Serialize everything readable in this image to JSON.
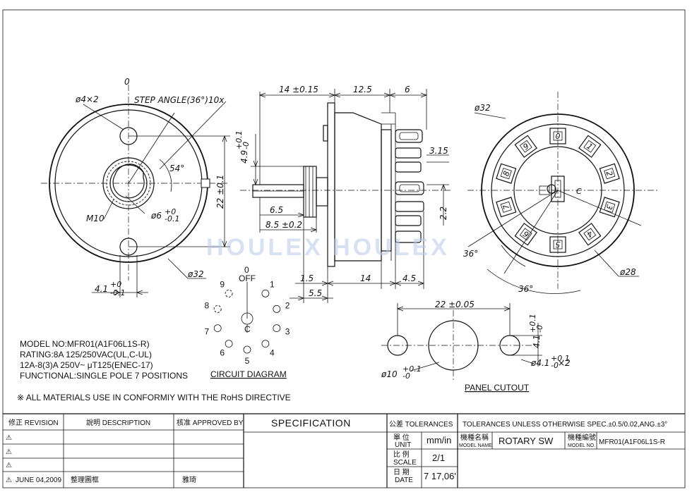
{
  "front_view": {
    "zero_mark": "0",
    "holes_dim": "ø4×2",
    "step_angle": "STEP ANGLE(36°)10x",
    "angle": "54°",
    "thread": "M10",
    "shaft_dia": "ø6",
    "shaft_tol_upper": "+0",
    "shaft_tol_lower": "-0.1",
    "body_dia": "ø32",
    "height_dim": "22 ±0.1",
    "flat_dim": "4.1",
    "flat_tol_upper": "+0",
    "flat_tol_lower": "-0.1"
  },
  "side_view": {
    "dim_14": "14 ±0.15",
    "dim_12_5": "12.5",
    "dim_6": "6",
    "dim_4_9": "4.9",
    "dim_4_9_tol_upper": "+0.1",
    "dim_4_9_tol_lower": "-0",
    "dim_3_15": "3.15",
    "dim_6_5": "6.5",
    "dim_8_5": "8.5 ±0.2",
    "dim_2_2": "2.2",
    "dim_1_5": "1.5",
    "dim_14b": "14",
    "dim_4_5": "4.5",
    "dim_5_5": "5.5"
  },
  "rear_view": {
    "outer_dia": "ø32",
    "inner_dia": "ø28",
    "angle_a": "36°",
    "angle_b": "36°",
    "terminal_labels": [
      "1",
      "2",
      "3",
      "4",
      "5",
      "6",
      "7",
      "8",
      "9",
      "0",
      "C"
    ]
  },
  "circuit": {
    "zero": "0",
    "off": "OFF",
    "positions": [
      "1",
      "2",
      "3",
      "4",
      "5",
      "6",
      "7",
      "8",
      "9"
    ],
    "common": "C",
    "caption": "CIRCUIT DIAGRAM"
  },
  "panel": {
    "width_dim": "22 ±0.05",
    "small_hole_height": "4.1",
    "small_hole_height_tol_upper": "+0.1",
    "small_hole_height_tol_lower": "-0",
    "center_hole": "ø10",
    "center_hole_tol_upper": "+0.1",
    "center_hole_tol_lower": "-0",
    "side_holes": "ø4.1",
    "side_holes_tol_upper": "+0.1",
    "side_holes_tol_lower": "-0",
    "side_holes_qty": "×2",
    "caption": "PANEL CUTOUT"
  },
  "notes": {
    "model": "MODEL NO:MFR01(A1F06L1S-R)",
    "rating": "RATING:8A 125/250VAC(UL,C-UL)",
    "rating2": "12A-8(3)A 250V~ μT125(ENEC-17)",
    "functional": "FUNCTIONAL:SINGLE POLE 7 POSITIONS",
    "rohs": "※ ALL MATERIALS USE IN CONFORMIY  WITH THE RoHS DIRECTIVE"
  },
  "watermark": "HOULEX HOULEX",
  "title_block": {
    "revision": "修正 REVISION",
    "description": "說明 DESCRIPTION",
    "approved": "核准 APPROVED BY",
    "specification": "SPECIFICATION",
    "tolerances": "公差 TOLERANCES",
    "tolerance_note": "TOLERANCES UNLESS OTHERWISE SPEC.±0.5/0.02,ANG.±3°",
    "unit_cn": "單 位",
    "unit_en": "UNIT",
    "unit_val": "mm/in",
    "scale_cn": "比 例",
    "scale_en": "SCALE",
    "scale_val": "2/1",
    "date_cn": "日 期",
    "date_en": "DATE",
    "date_val": "7 17,06'",
    "model_name_cn": "機種名稱",
    "model_name_en": "MODEL NAME",
    "model_name_val": "ROTARY SW",
    "model_no_cn": "機種編號",
    "model_no_en": "MODEL NO.",
    "model_no_val": "MFR01(A1F06L1S-R",
    "rev_date": "JUNE 04,2009",
    "rev_desc": "整理圖框",
    "rev_approver": "雅琦",
    "rev_marks": [
      "⚠",
      "⚠",
      "⚠",
      "⚠"
    ]
  }
}
